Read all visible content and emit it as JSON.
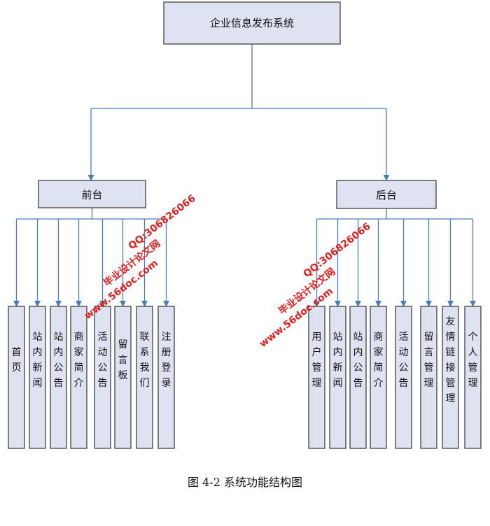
{
  "root": {
    "label": "企业信息发布系统"
  },
  "branches": [
    {
      "label": "前台",
      "items": [
        "首页",
        "站内新闻",
        "站内公告",
        "商家简介",
        "活动公告",
        "留言板",
        "联系我们",
        "注册登录"
      ]
    },
    {
      "label": "后台",
      "items": [
        "用户管理",
        "站内新闻",
        "站内公告",
        "商家简介",
        "活动公告",
        "留言管理",
        "友情链接管理",
        "个人管理"
      ]
    }
  ],
  "watermarks": [
    {
      "site": "www.56doc.com",
      "name": "毕业设计论文网",
      "qq": "QQ:306826066"
    },
    {
      "site": "www.56doc.com",
      "name": "毕业设计论文网",
      "qq": "QQ:306826066"
    }
  ],
  "caption": "图 4-2 系统功能结构图",
  "colors": {
    "box_fill": "#dfe3f1",
    "box_stroke": "#333333",
    "line": "#4a7db5",
    "watermark": "#e02020"
  }
}
